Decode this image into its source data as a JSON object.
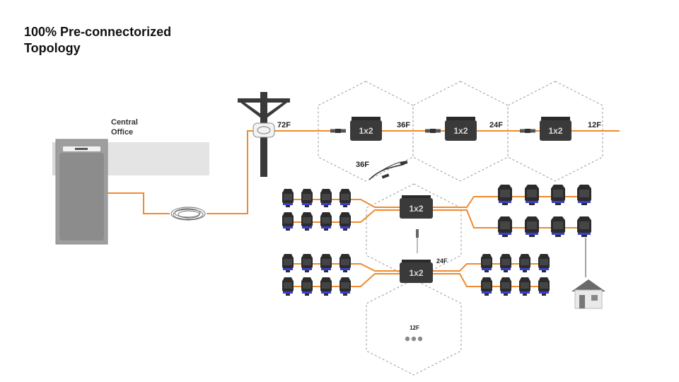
{
  "title_line1": "100% Pre-connectorized",
  "title_line2": "Topology",
  "central_office": {
    "line1": "Central",
    "line2": "Office"
  },
  "feeder": {
    "labels": [
      "72F",
      "36F",
      "24F",
      "12F"
    ],
    "splitters": [
      "1x2",
      "1x2",
      "1x2"
    ]
  },
  "patch_cable_label": "36F",
  "distribution": {
    "upper_splitter": "1x2",
    "lower_splitter": "1x2",
    "lower_fiber_label": "24F",
    "bottom_hex_label": "12F"
  },
  "colors": {
    "fiber": "#f08a2e",
    "device": "#2b2b2b",
    "accent": "#3b3fd0",
    "hex": "#9a9a9a"
  }
}
